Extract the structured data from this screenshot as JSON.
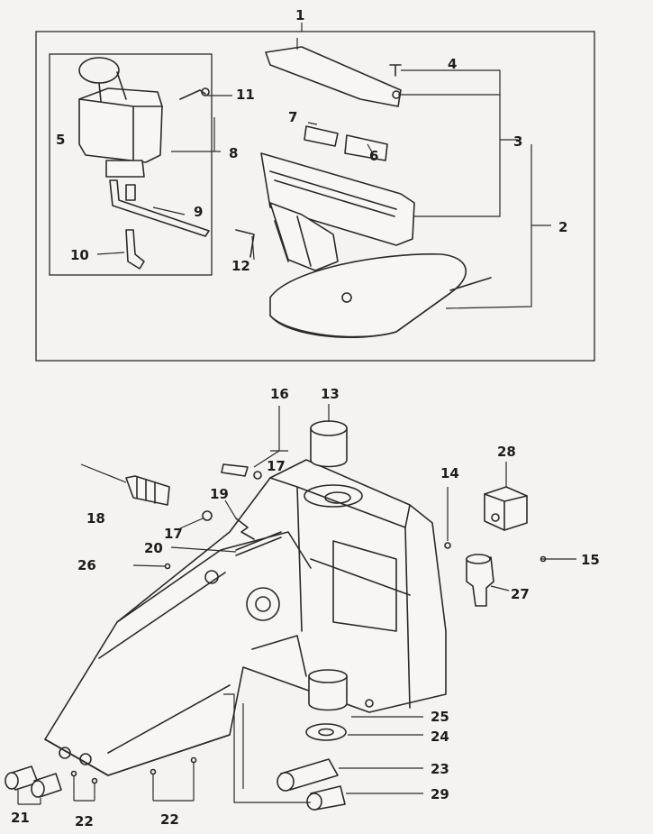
{
  "labels": {
    "p1": "1",
    "p2": "2",
    "p3": "3",
    "p4": "4",
    "p5": "5",
    "p6": "6",
    "p7": "7",
    "p8": "8",
    "p9": "9",
    "p10": "10",
    "p11": "11",
    "p12": "12",
    "p13": "13",
    "p14": "14",
    "p15": "15",
    "p16": "16",
    "p17a": "17",
    "p17b": "17",
    "p18": "18",
    "p19": "19",
    "p20": "20",
    "p21": "21",
    "p22a": "22",
    "p22b": "22",
    "p23": "23",
    "p24": "24",
    "p25": "25",
    "p26": "26",
    "p27": "27",
    "p28": "28",
    "p29": "29"
  }
}
